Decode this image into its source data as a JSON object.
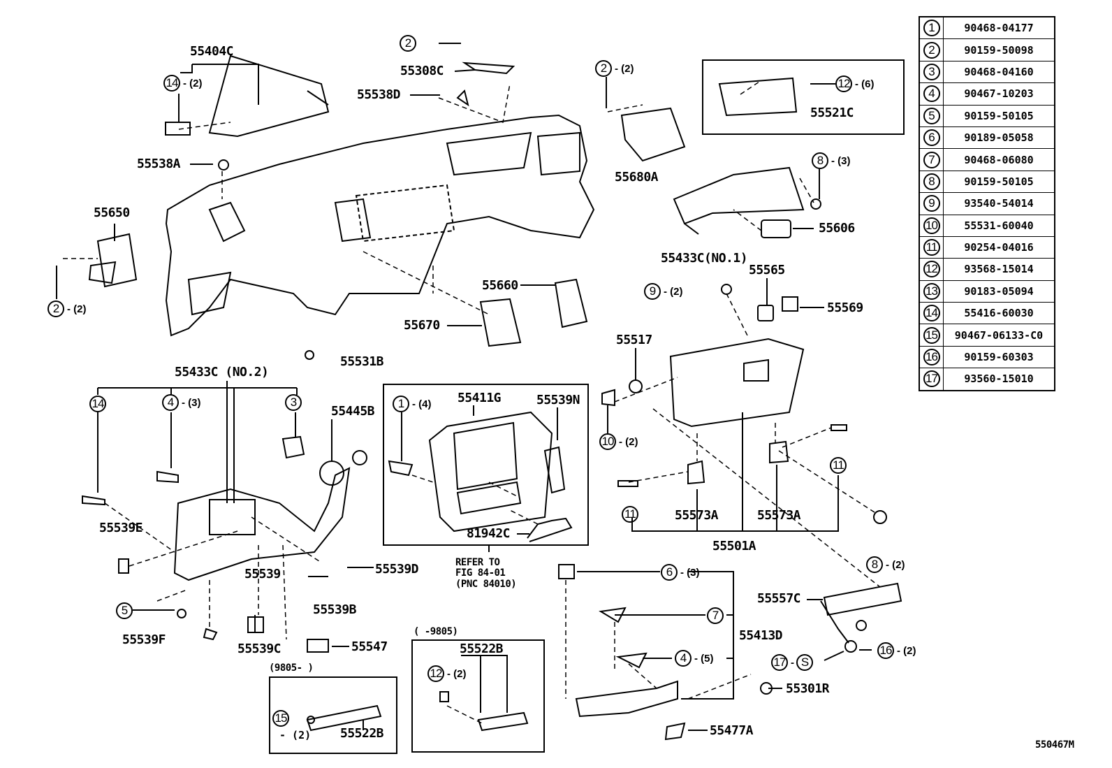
{
  "diagram_id": "550467M",
  "parts_table": [
    {
      "num": "1",
      "part": "90468-04177"
    },
    {
      "num": "2",
      "part": "90159-50098"
    },
    {
      "num": "3",
      "part": "90468-04160"
    },
    {
      "num": "4",
      "part": "90467-10203"
    },
    {
      "num": "5",
      "part": "90159-50105"
    },
    {
      "num": "6",
      "part": "90189-05058"
    },
    {
      "num": "7",
      "part": "90468-06080"
    },
    {
      "num": "8",
      "part": "90159-50105"
    },
    {
      "num": "9",
      "part": "93540-54014"
    },
    {
      "num": "10",
      "part": "55531-60040"
    },
    {
      "num": "11",
      "part": "90254-04016"
    },
    {
      "num": "12",
      "part": "93568-15014"
    },
    {
      "num": "13",
      "part": "90183-05094"
    },
    {
      "num": "14",
      "part": "55416-60030"
    },
    {
      "num": "15",
      "part": "90467-06133-C0"
    },
    {
      "num": "16",
      "part": "90159-60303"
    },
    {
      "num": "17",
      "part": "93560-15010"
    }
  ],
  "labels": {
    "l55404C": "55404C",
    "l55308C": "55308C",
    "l55538D": "55538D",
    "l55538A": "55538A",
    "l55650": "55650",
    "l55680A": "55680A",
    "l55521C": "55521C",
    "l55606": "55606",
    "l55433C1": "55433C(NO.1)",
    "l55565": "55565",
    "l55569": "55569",
    "l55660": "55660",
    "l55670": "55670",
    "l55517": "55517",
    "l55531B": "55531B",
    "l55433C2": "55433C (NO.2)",
    "l55445B": "55445B",
    "l55411G": "55411G",
    "l55539N": "55539N",
    "l81942C": "81942C",
    "refer1": "REFER TO",
    "refer2": "FIG 84-01",
    "refer3": "(PNC 84010)",
    "l55573Aa": "55573A",
    "l55573Ab": "55573A",
    "l55501A": "55501A",
    "l55539E": "55539E",
    "l55539": "55539",
    "l55539D": "55539D",
    "l55539B": "55539B",
    "l55539F": "55539F",
    "l55539C": "55539C",
    "l55547": "55547",
    "l55413D": "55413D",
    "l55301R": "55301R",
    "l55477A": "55477A",
    "l55557C": "55557C",
    "range1": "(     -9805)",
    "l55522Ba": "55522B",
    "range2": "(9805-      )",
    "l55522Bb": "55522B",
    "qty15": "- (2)"
  },
  "callouts": {
    "c2a": {
      "num": "2",
      "qty": ""
    },
    "c14a": {
      "num": "14",
      "qty": "- (2)"
    },
    "c2b": {
      "num": "2",
      "qty": "- (2)"
    },
    "c2c": {
      "num": "2",
      "qty": "- (2)"
    },
    "c12a": {
      "num": "12",
      "qty": "- (6)"
    },
    "c8a": {
      "num": "8",
      "qty": "- (3)"
    },
    "c9": {
      "num": "9",
      "qty": "- (2)"
    },
    "c14b": {
      "num": "14",
      "qty": ""
    },
    "c4a": {
      "num": "4",
      "qty": "- (3)"
    },
    "c3": {
      "num": "3",
      "qty": ""
    },
    "c1": {
      "num": "1",
      "qty": "- (4)"
    },
    "c10": {
      "num": "10",
      "qty": "- (2)"
    },
    "c11a": {
      "num": "11",
      "qty": ""
    },
    "c11b": {
      "num": "11",
      "qty": ""
    },
    "c8b": {
      "num": "8",
      "qty": "- (2)"
    },
    "c5": {
      "num": "5",
      "qty": ""
    },
    "c6": {
      "num": "6",
      "qty": "- (3)"
    },
    "c7": {
      "num": "7",
      "qty": ""
    },
    "c4b": {
      "num": "4",
      "qty": "- (5)"
    },
    "c16": {
      "num": "16",
      "qty": "- (2)"
    },
    "c17": {
      "num": "17",
      "qty": ""
    },
    "cS": {
      "num": "S",
      "qty": ""
    },
    "c12b": {
      "num": "12",
      "qty": "- (2)"
    },
    "c15": {
      "num": "15",
      "qty": ""
    }
  }
}
